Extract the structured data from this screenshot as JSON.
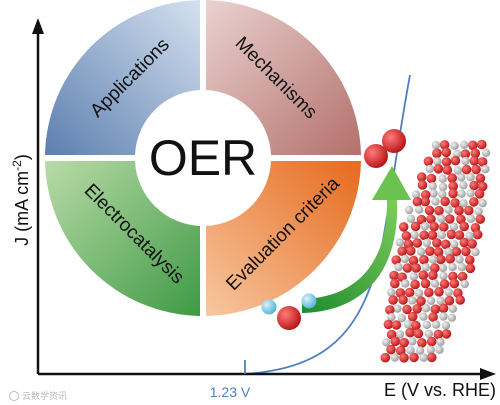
{
  "axes": {
    "y_label_main": "J (mA cm",
    "y_label_sup": "-2",
    "y_label_end": ")",
    "x_label": "E (V vs. RHE)",
    "x_marker": "1.23 V"
  },
  "wheel": {
    "center": "OER",
    "segments": [
      {
        "label": "Applications",
        "color": "#7f9fc9"
      },
      {
        "label": "Mechanisms",
        "color": "#c9918e"
      },
      {
        "label": "Electrocatalysis",
        "color": "#6fb063"
      },
      {
        "label": "Evaluation criteria",
        "color": "#ec8a3e"
      }
    ]
  },
  "watermark": "云数学资讯",
  "colors": {
    "curve": "#4f7fc2",
    "arrow": "#3aa33a",
    "oxygen": "#d81e1e",
    "metal": "#c4c4c4",
    "hydrogen": "#8fd3e8"
  }
}
